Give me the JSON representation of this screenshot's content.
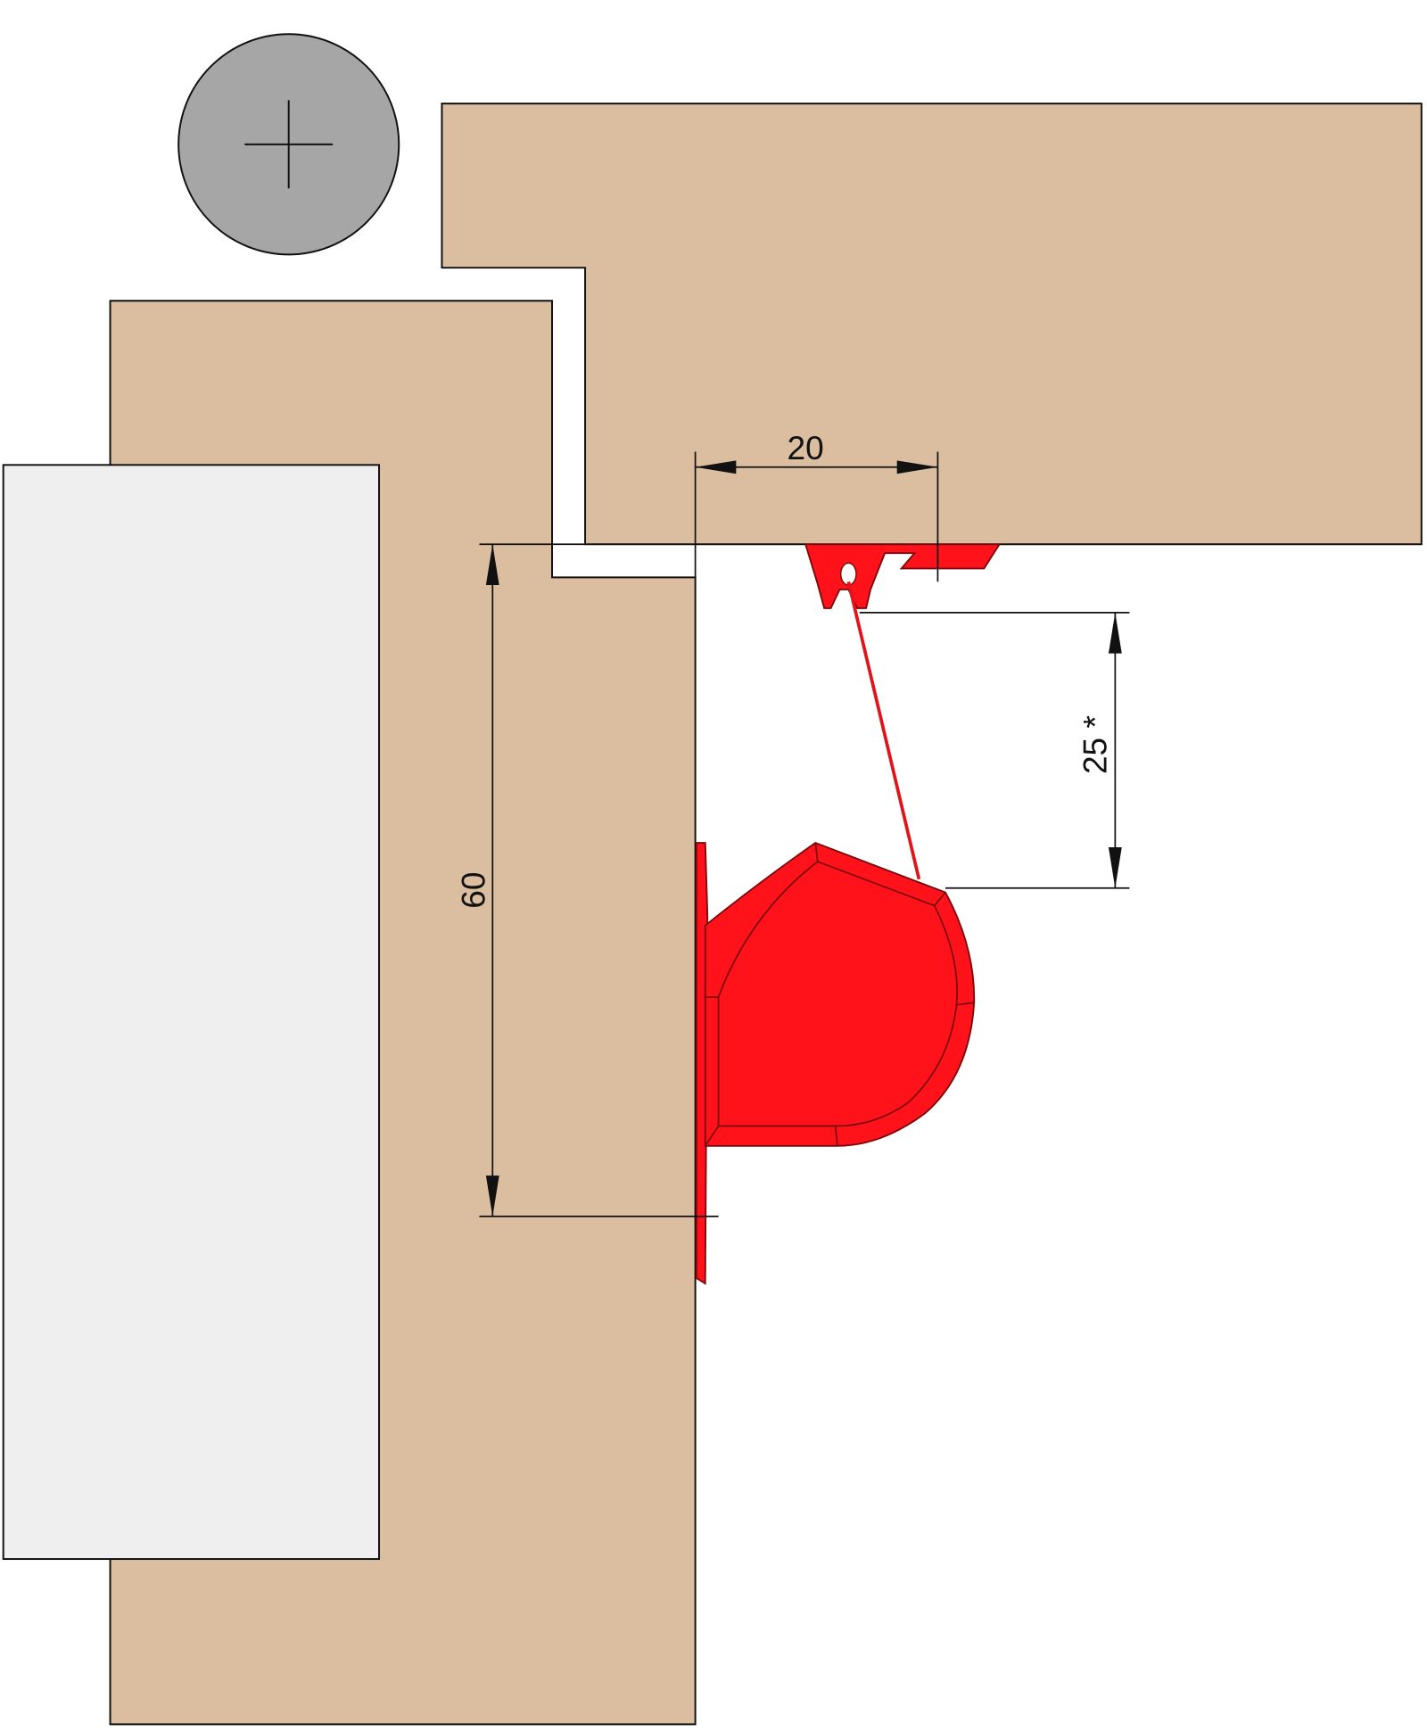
{
  "diagram": {
    "dimensions": [
      {
        "id": "horizontal",
        "label": "20"
      },
      {
        "id": "vertical-long",
        "label": "60"
      },
      {
        "id": "vertical-short",
        "label": "25 *"
      }
    ],
    "colors": {
      "wood": "#dabe9f",
      "catch": "#ff1219",
      "screw": "#a6a6a6",
      "panel": "#efefef"
    }
  }
}
